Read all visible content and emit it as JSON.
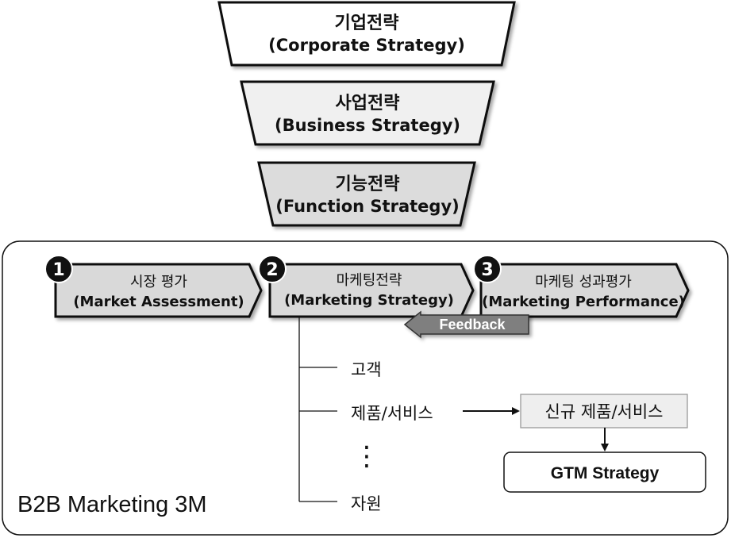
{
  "hierarchy": [
    {
      "ko": "기업전략",
      "en": "(Corporate Strategy)"
    },
    {
      "ko": "사업전략",
      "en": "(Business Strategy)"
    },
    {
      "ko": "기능전략",
      "en": "(Function Strategy)"
    }
  ],
  "steps": [
    {
      "number": "1",
      "ko": "시장 평가",
      "en": "(Market Assessment)"
    },
    {
      "number": "2",
      "ko": "마케팅전략",
      "en": "(Marketing Strategy)"
    },
    {
      "number": "3",
      "ko": "마케팅 성과평가",
      "en": "(Marketing Performance)"
    }
  ],
  "feedback_label": "Feedback",
  "branches": {
    "customer": "고객",
    "product": "제품/서비스",
    "ellipsis": "⋮",
    "resources": "자원"
  },
  "new_product": "신규 제품/서비스",
  "gtm": "GTM Strategy",
  "frame_title": "B2B Marketing 3M",
  "colors": {
    "box_light": "#ffffff",
    "box_mid": "#f0f0f0",
    "box_dark": "#dcdcdc",
    "step_fill": "#d9d9d9",
    "feedback_fill": "#7f7f7f",
    "badge": "#111111"
  }
}
